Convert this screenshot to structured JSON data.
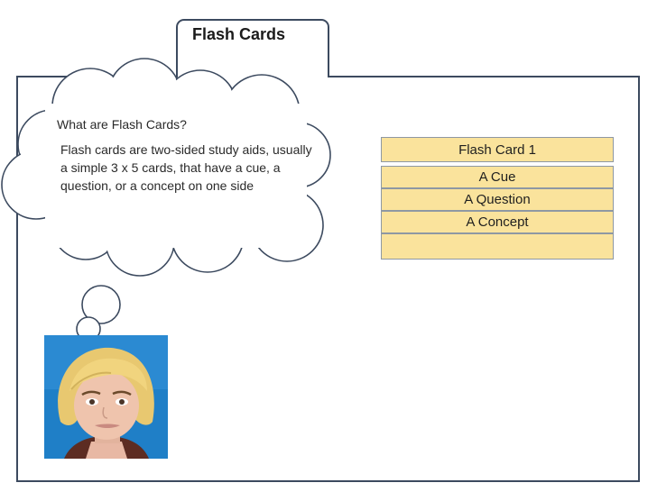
{
  "window": {
    "tab_title": "Flash Cards"
  },
  "thought_bubble": {
    "question": "What are Flash Cards?",
    "answer": "Flash cards are two-sided study aids, usually  a simple 3 x 5 cards, that have a cue, a question, or a concept on one side"
  },
  "flash_card": {
    "title": "Flash Card 1",
    "rows": [
      "A Cue",
      "A Question",
      "A Concept",
      ""
    ]
  },
  "colors": {
    "card_fill": "#fae39c",
    "border": "#3c4a5f",
    "avatar_background": "#1f7fc7",
    "hair": "#efd27a"
  },
  "icons": {
    "presenter": "woman-avatar-icon"
  }
}
